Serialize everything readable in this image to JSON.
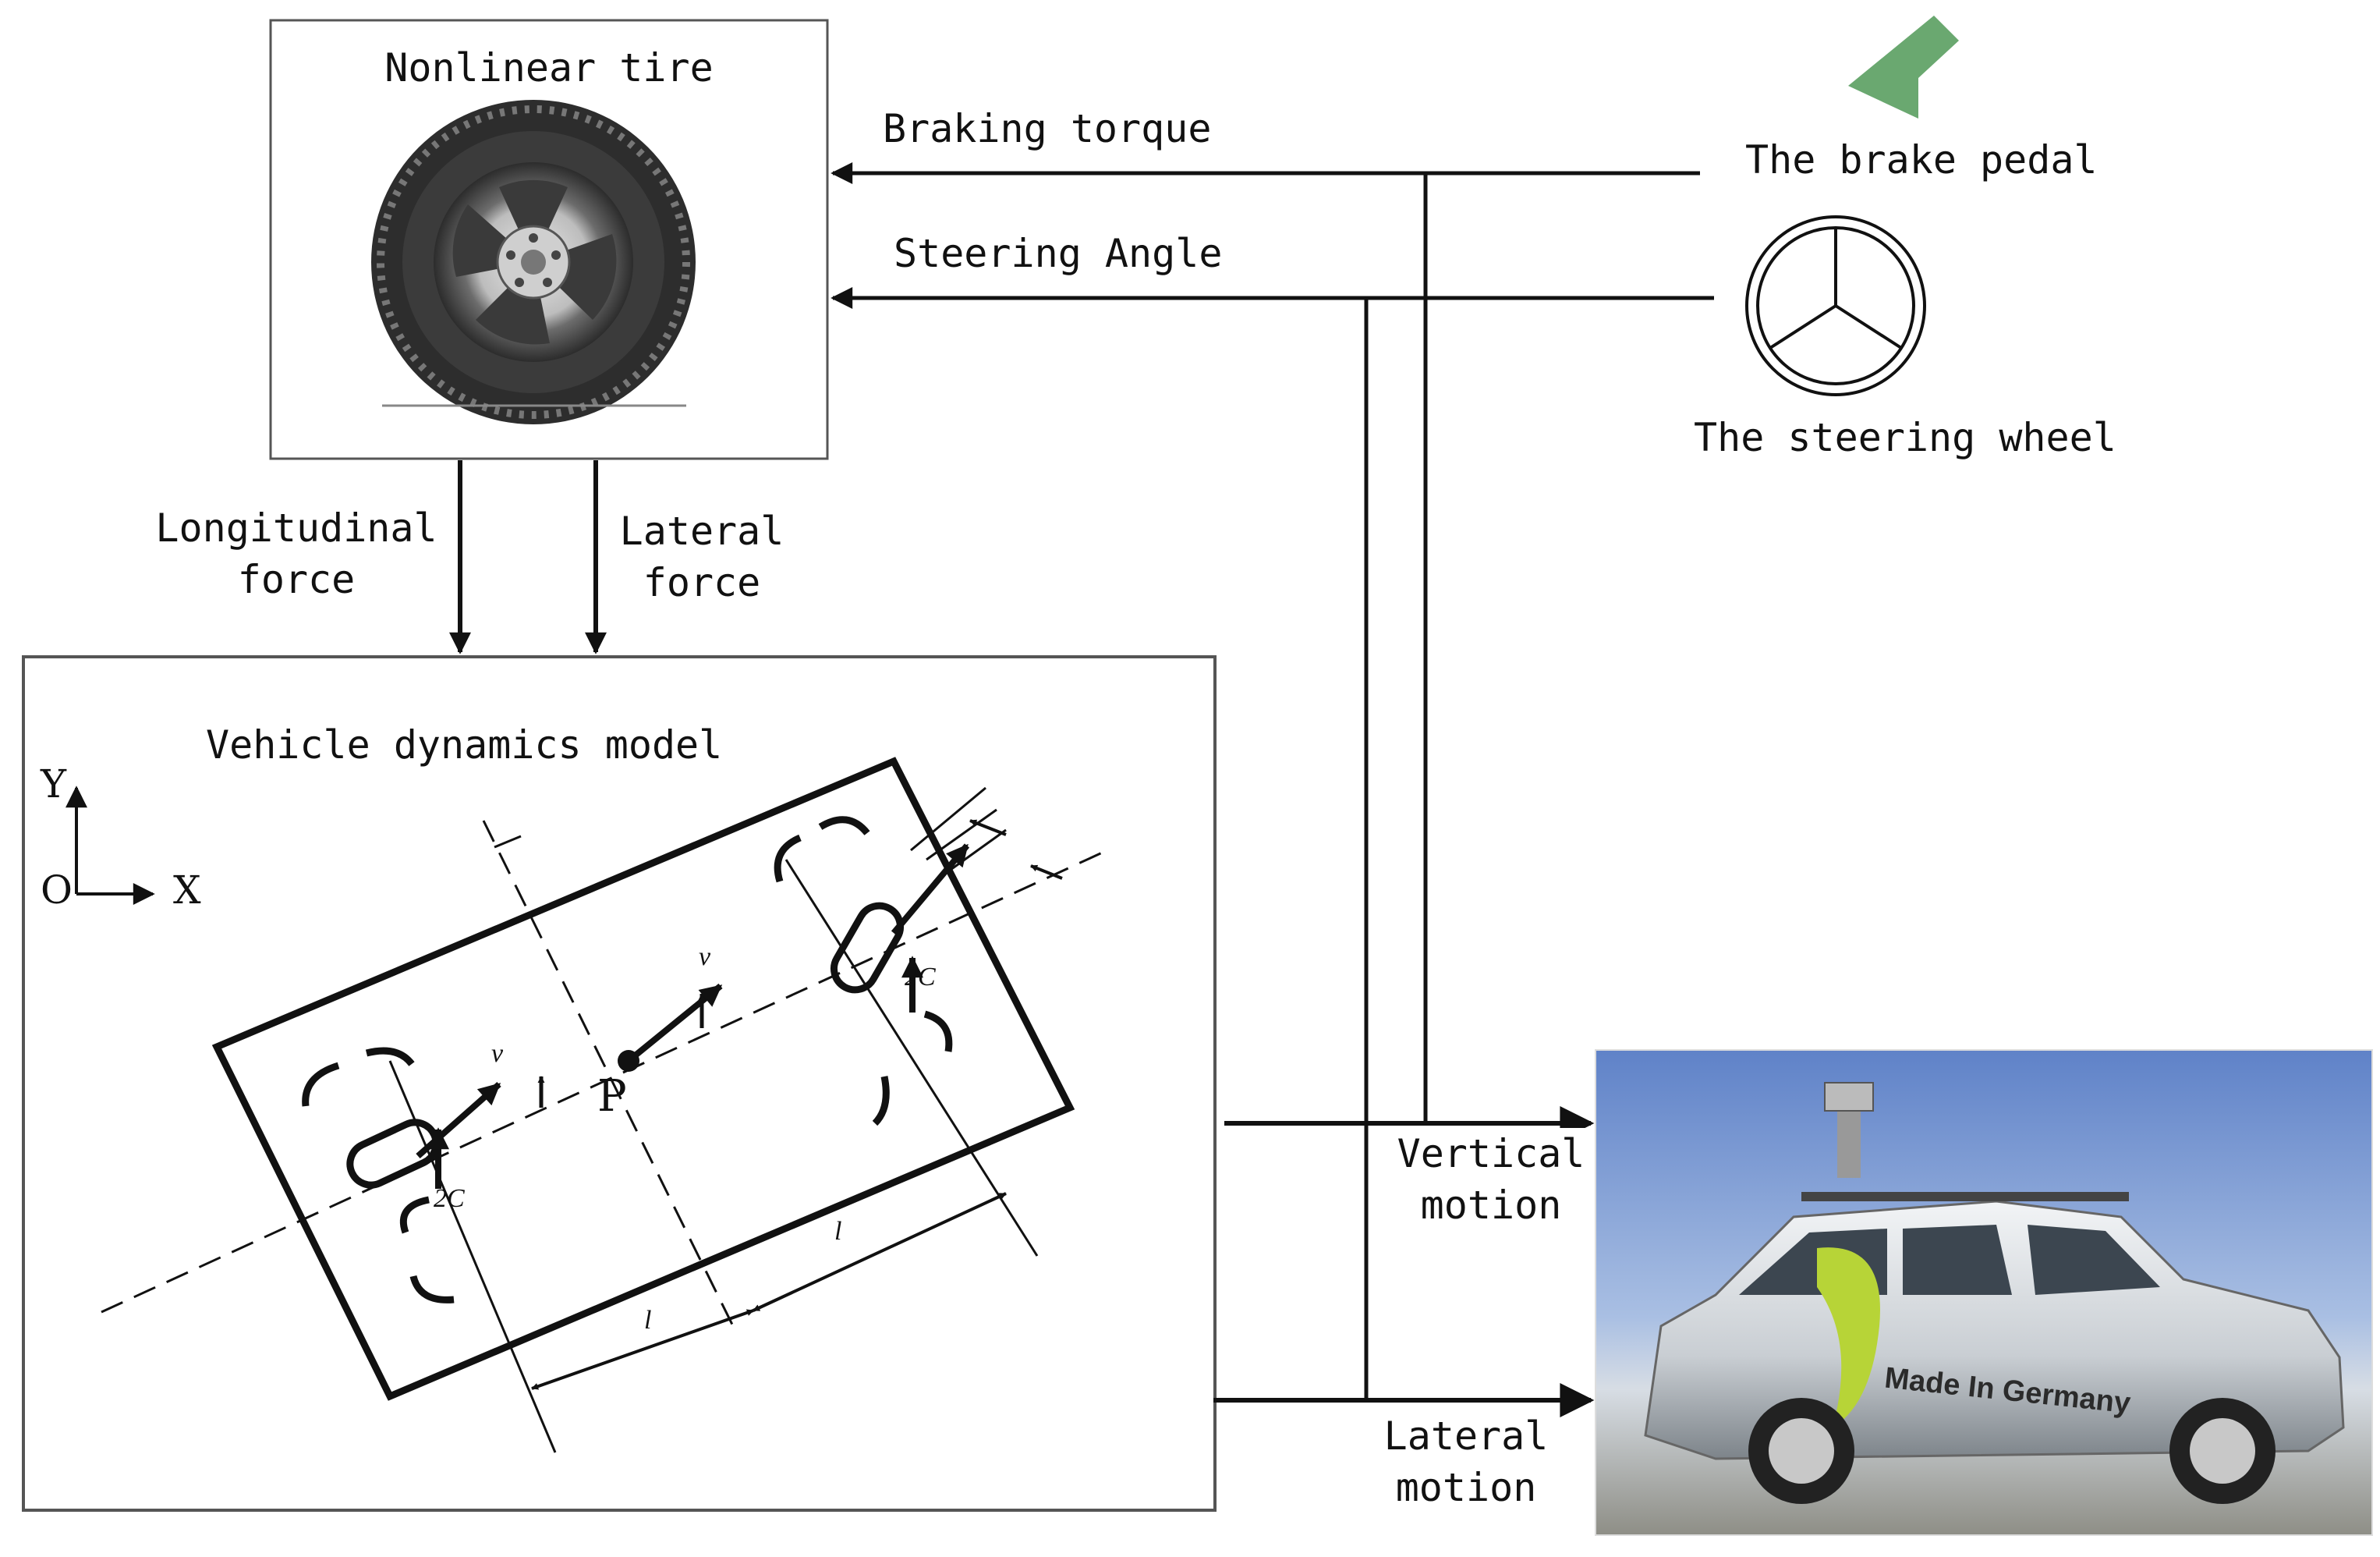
{
  "tire_box": {
    "title": "Nonlinear tire"
  },
  "inputs": {
    "braking": "Braking torque",
    "steering": "Steering Angle",
    "brake_pedal": "The brake pedal",
    "steering_wheel": "The steering wheel"
  },
  "forces": {
    "longitudinal": "Longitudinal\nforce",
    "lateral": "Lateral\nforce"
  },
  "model": {
    "title": "Vehicle dynamics model",
    "axis_y": "Y",
    "axis_x": "X",
    "origin": "O",
    "point_p": "P",
    "v_front": "v",
    "v_rear": "v",
    "cg_front": "2C",
    "cg_rear": "2C",
    "l_front": "l",
    "l_rear": "l"
  },
  "outputs": {
    "vertical": "Vertical\nmotion",
    "lateral": "Lateral\nmotion"
  },
  "car": {
    "decal": "Made In Germany"
  },
  "colors": {
    "line": "#111111",
    "pedal": "#6aa870",
    "sky": "#9cb4dc",
    "decal": "#b7d437"
  }
}
